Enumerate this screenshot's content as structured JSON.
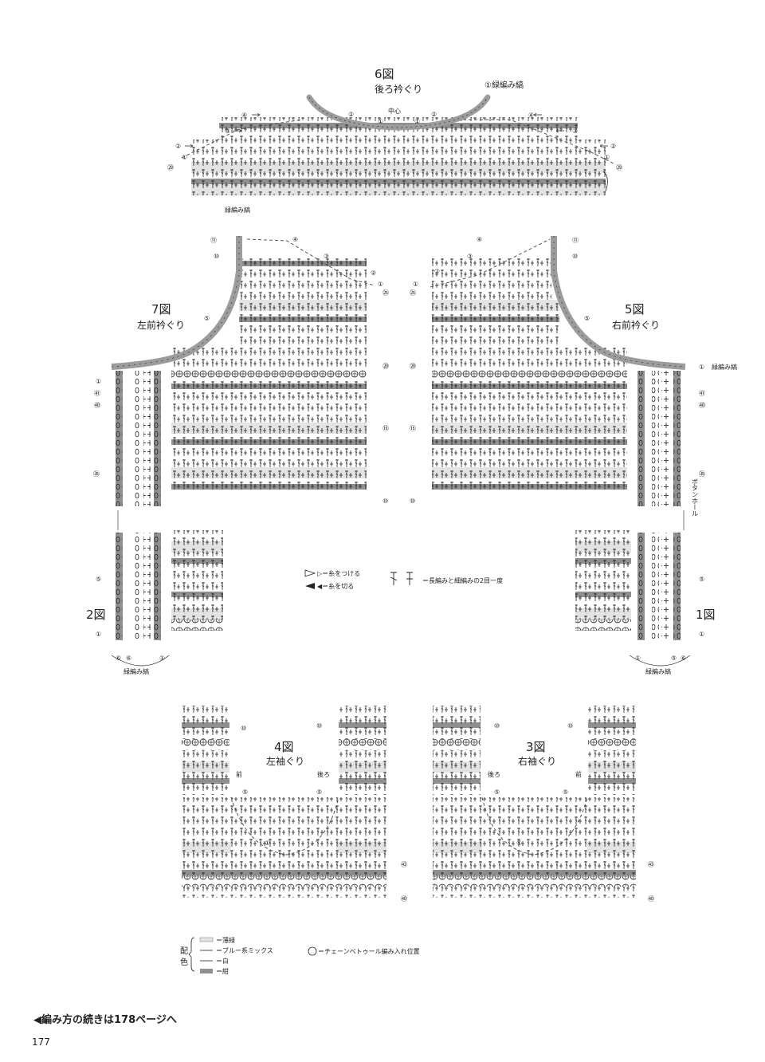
{
  "colors": {
    "light_green": "#e2e4e4",
    "blue_mix": "#ffffff",
    "white": "#ffffff",
    "navy": "#8f8f8f",
    "edge": "#9c9c9c",
    "ink": "#222222"
  },
  "figures": {
    "fig6": {
      "num": "6図",
      "name": "後ろ衿ぐり",
      "edge_label": "①緑編み縞",
      "center": "中心",
      "marks_left": [
        "④",
        "③",
        "②",
        "①",
        "㉙"
      ],
      "marks_right": [
        "④",
        "③",
        "②",
        "①",
        "㉙"
      ],
      "inner": [
        "②",
        "①",
        "①",
        "①",
        "②"
      ]
    },
    "fig7": {
      "num": "7図",
      "name": "左前衿ぐり",
      "top_label": "緑編み縞",
      "marks_top": [
        "⑪",
        "⑩"
      ],
      "marks_neck": [
        "④",
        "③",
        "②",
        "①",
        "㉕"
      ],
      "left_marks": [
        "①",
        "㊶",
        "㊵",
        "㉟"
      ],
      "inner_marks": [
        "⑤",
        "⑳",
        "⑮",
        "⑩"
      ]
    },
    "fig5": {
      "num": "5図",
      "name": "右前衿ぐり",
      "edge_label": "緑編み縞",
      "marks_top": [
        "⑪",
        "⑩"
      ],
      "marks_neck": [
        "④",
        "③",
        "②",
        "①",
        "㉕"
      ],
      "right_marks": [
        "①",
        "㊶",
        "㊵",
        "㉟"
      ],
      "inner_marks": [
        "⑤",
        "⑳",
        "⑮",
        "⑩"
      ],
      "buttonhole": "ボタンホール"
    },
    "fig2": {
      "num": "2図",
      "marks": [
        "⑤",
        "①"
      ],
      "bottom": [
        "⑥",
        "⑥",
        "①"
      ],
      "label": "緑編み縞"
    },
    "fig1": {
      "num": "1図",
      "marks": [
        "⑤",
        "①"
      ],
      "bottom": [
        "①",
        "⑤",
        "⑥"
      ],
      "label": "緑編み縞"
    },
    "fig4": {
      "num": "4図",
      "name": "左袖ぐり",
      "front": "前",
      "back": "後ろ",
      "marks": [
        "⑩",
        "⑩",
        "⑤",
        "⑤",
        "①",
        "㊸",
        "㊵"
      ]
    },
    "fig3": {
      "num": "3図",
      "name": "右袖ぐり",
      "front": "前",
      "back": "後ろ",
      "marks": [
        "⑩",
        "⑩",
        "⑤",
        "⑤",
        "①",
        "㊸",
        "㊵"
      ]
    }
  },
  "legend": {
    "attach": "▷＝糸をつける",
    "cut": "◀＝糸を切る",
    "decrease": "＝長編みと細編みの2目一度",
    "chain_pos": "＝チェーンベトゥール編み入れ位置",
    "color_title": [
      "配",
      "色"
    ],
    "color_items": [
      "＝薄緑",
      "＝ブルー系ミックス",
      "＝白",
      "＝紺"
    ]
  },
  "footer": {
    "note": "◀編み方の続きは178ページへ",
    "page": "177"
  }
}
